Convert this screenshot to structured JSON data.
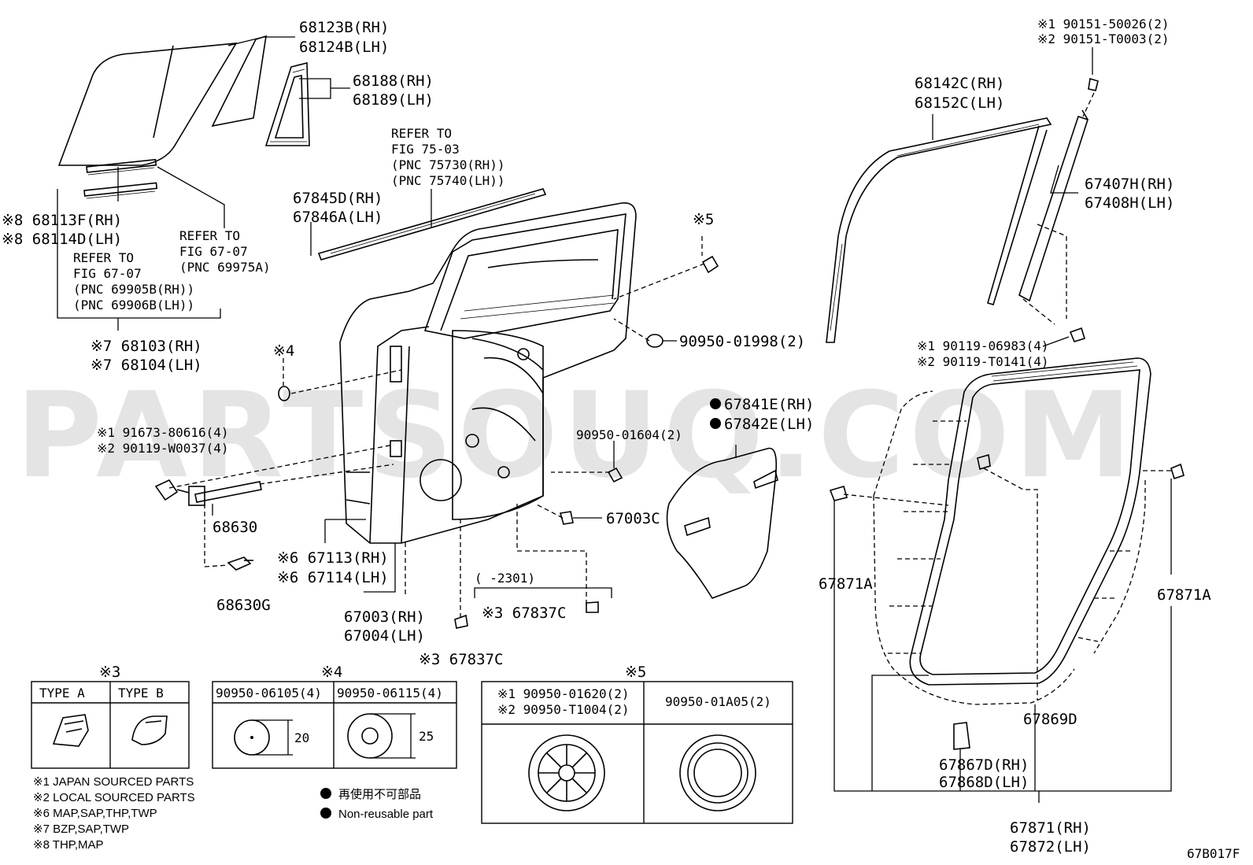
{
  "watermark": "PARTSOUQ.COM",
  "figure_code": "67B017F",
  "callouts": {
    "c_68123": [
      "68123B(RH)",
      "68124B(LH)"
    ],
    "c_68188": [
      "68188(RH)",
      "68189(LH)"
    ],
    "c_refer7503": [
      "REFER TO",
      "FIG 75-03",
      "(PNC 75730(RH))",
      "(PNC 75740(LH))"
    ],
    "c_67845": [
      "67845D(RH)",
      "67846A(LH)"
    ],
    "c_68113": [
      "※8 68113F(RH)",
      "※8 68114D(LH)"
    ],
    "c_refer6707a": [
      "REFER TO",
      "FIG 67-07",
      "(PNC 69975A)"
    ],
    "c_refer6707b": [
      "REFER TO",
      "FIG 67-07",
      "(PNC 69905B(RH))",
      "(PNC 69906B(LH))"
    ],
    "c_68103": [
      "※7 68103(RH)",
      "※7 68104(LH)"
    ],
    "c_x5": "※5",
    "c_x4": "※4",
    "c_90950_01998": "90950-01998(2)",
    "c_67841": [
      "67841E(RH)",
      "67842E(LH)"
    ],
    "c_91673": [
      "※1 91673-80616(4)",
      "※2 90119-W0037(4)"
    ],
    "c_90950_01604": "90950-01604(2)",
    "c_68630": "68630",
    "c_67003c": "67003C",
    "c_67113": [
      "※6 67113(RH)",
      "※6 67114(LH)"
    ],
    "c_68630g": "68630G",
    "c_2301": "(    -2301)",
    "c_67003": [
      "67003(RH)",
      "67004(LH)"
    ],
    "c_67837c_a": "※3 67837C",
    "c_67837c_b": "※3 67837C",
    "c_90151": [
      "※1 90151-50026(2)",
      "※2 90151-T0003(2)"
    ],
    "c_68142": [
      "68142C(RH)",
      "68152C(LH)"
    ],
    "c_67407": [
      "67407H(RH)",
      "67408H(LH)"
    ],
    "c_90119": [
      "※1 90119-06983(4)",
      "※2 90119-T0141(4)"
    ],
    "c_67871a_l": "67871A",
    "c_67871a_r": "67871A",
    "c_67869d": "67869D",
    "c_67867": [
      "67867D(RH)",
      "67868D(LH)"
    ],
    "c_67871": [
      "67871(RH)",
      "67872(LH)"
    ]
  },
  "table_x3": {
    "mark": "※3",
    "headers": [
      "TYPE A",
      "TYPE B"
    ]
  },
  "table_x4": {
    "mark": "※4",
    "headers": [
      "90950-06105(4)",
      "90950-06115(4)"
    ],
    "dims": [
      "20",
      "25"
    ]
  },
  "table_x5": {
    "mark": "※5",
    "headers": [
      [
        "※1 90950-01620(2)",
        "※2 90950-T1004(2)"
      ],
      [
        "90950-01A05(2)"
      ]
    ]
  },
  "legend": [
    "※1 JAPAN SOURCED PARTS",
    "※2 LOCAL SOURCED PARTS",
    "※6 MAP,SAP,THP,TWP",
    "※7 BZP,SAP,TWP",
    "※8 THP,MAP"
  ],
  "nonreusable": [
    "再使用不可部品",
    "Non-reusable part"
  ]
}
